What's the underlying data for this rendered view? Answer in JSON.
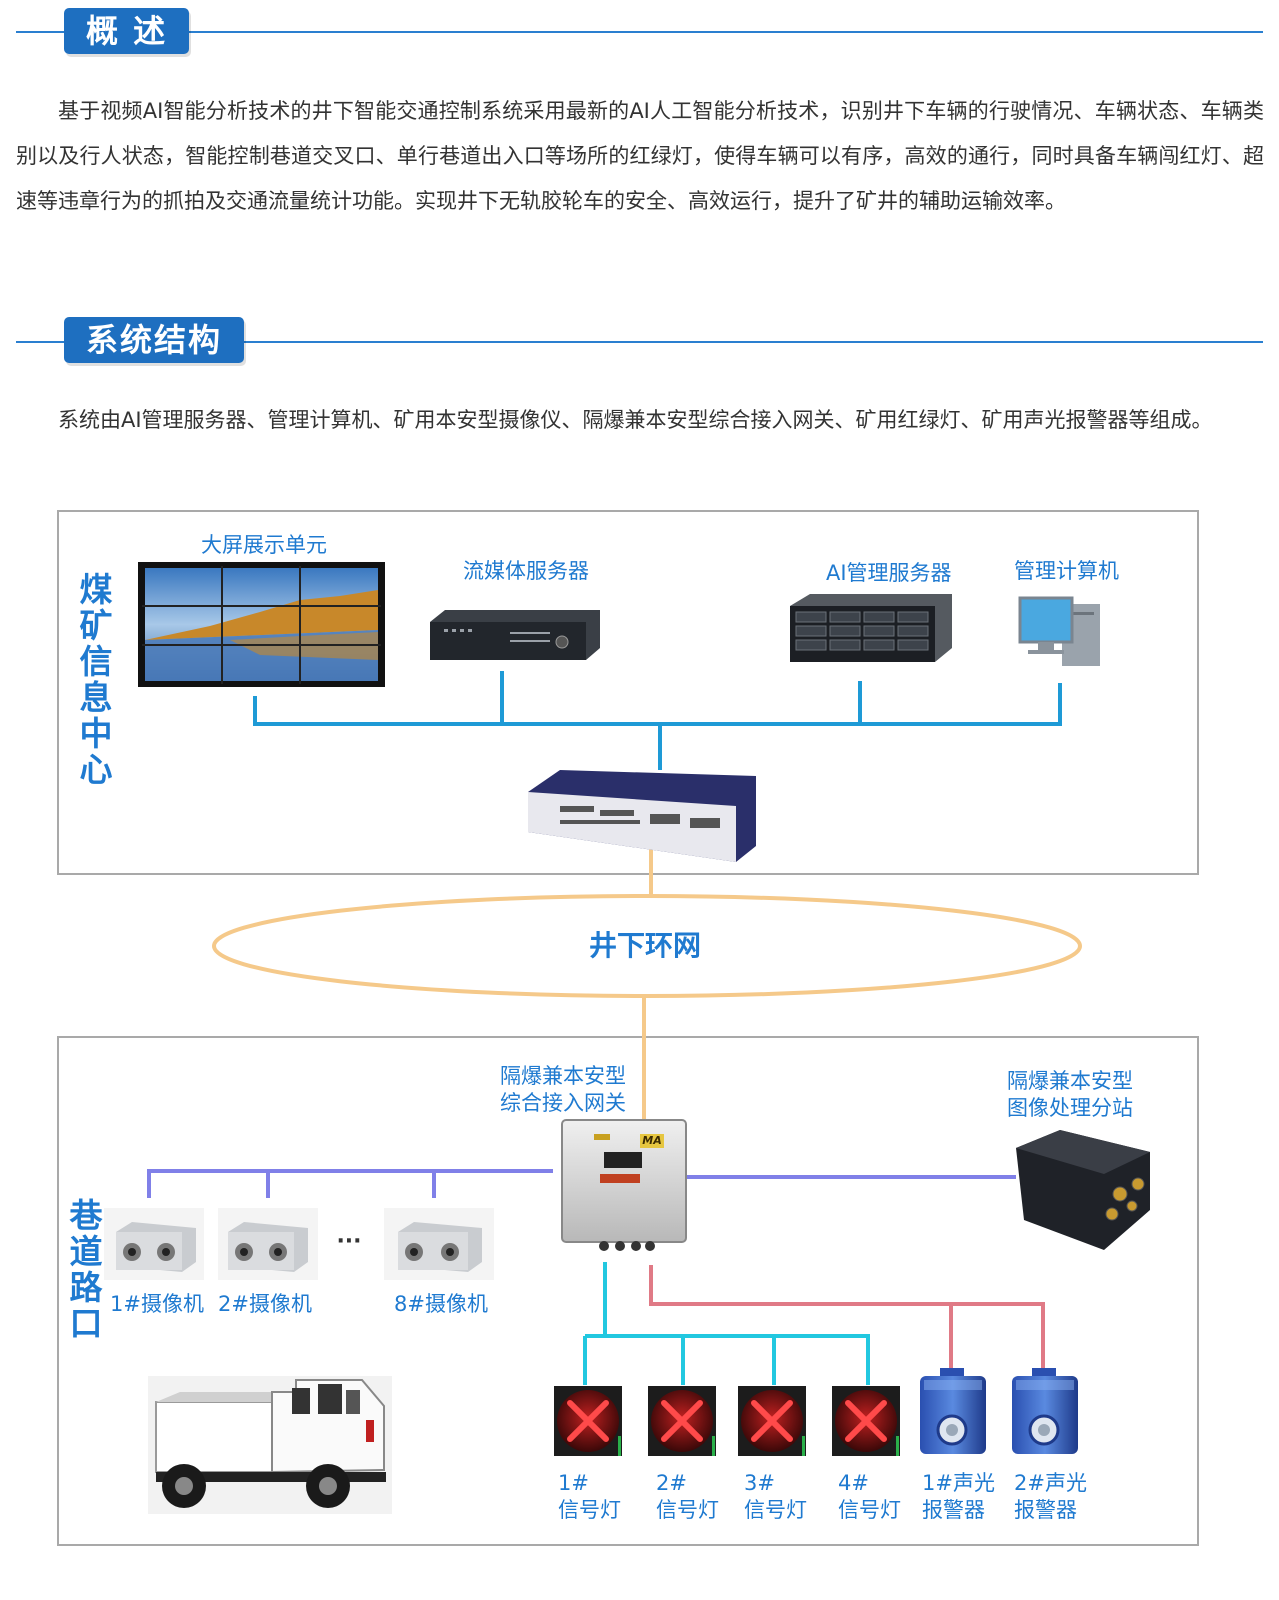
{
  "section1": {
    "title": "概 述",
    "paragraph": "基于视频AI智能分析技术的井下智能交通控制系统采用最新的AI人工智能分析技术，识别井下车辆的行驶情况、车辆状态、车辆类别以及行人状态，智能控制巷道交叉口、单行巷道出入口等场所的红绿灯，使得车辆可以有序，高效的通行，同时具备车辆闯红灯、超速等违章行为的抓拍及交通流量统计功能。实现井下无轨胶轮车的安全、高效运行，提升了矿井的辅助运输效率。"
  },
  "section2": {
    "title": "系统结构",
    "paragraph": "系统由AI管理服务器、管理计算机、矿用本安型摄像仪、隔爆兼本安型综合接入网关、矿用红绿灯、矿用声光报警器等组成。"
  },
  "diagram": {
    "top_zone": "煤矿信息中心",
    "big_screen": "大屏展示单元",
    "streaming_server": "流媒体服务器",
    "ai_server": "AI管理服务器",
    "mgmt_computer": "管理计算机",
    "ring_network": "井下环网",
    "bottom_zone": "巷道路口",
    "gateway": "隔爆兼本安型\n综合接入网关",
    "image_station": "隔爆兼本安型\n图像处理分站",
    "camera1": "1#摄像机",
    "camera2": "2#摄像机",
    "camera_ellipsis": "···",
    "camera8": "8#摄像机",
    "signal1": "1#\n信号灯",
    "signal2": "2#\n信号灯",
    "signal3": "3#\n信号灯",
    "signal4": "4#\n信号灯",
    "alarm1": "1#声光\n报警器",
    "alarm2": "2#声光\n报警器",
    "gateway_badge": "MA",
    "colors": {
      "accent": "#1e6fc0",
      "label": "#1f7ad0",
      "link_top": "#1e9ad6",
      "ring": "#f5c98a",
      "link_camera": "#8080e8",
      "link_signal": "#22c8e0",
      "link_alarm": "#e07a86"
    }
  }
}
